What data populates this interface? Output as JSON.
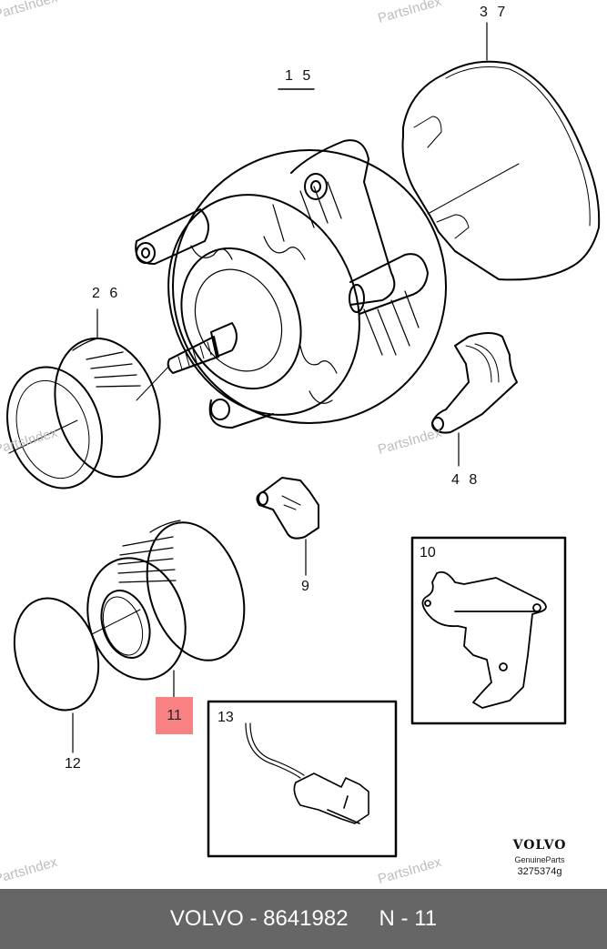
{
  "diagram": {
    "callouts": {
      "c15": "1 5",
      "c37": "3 7",
      "c26": "2 6",
      "c48": "4 8",
      "c9": "9",
      "c10": "10",
      "c11": "11",
      "c12": "12",
      "c13": "13"
    },
    "highlighted_part": "11",
    "highlight_color": "#f88283",
    "watermark": "PartsIndex"
  },
  "brand": {
    "logo": "VOLVO",
    "subtitle": "GenuineParts",
    "code": "3275374g"
  },
  "footer": {
    "part_label": "VOLVO - 8641982",
    "position_label": "N - 11",
    "background": "#666666"
  }
}
